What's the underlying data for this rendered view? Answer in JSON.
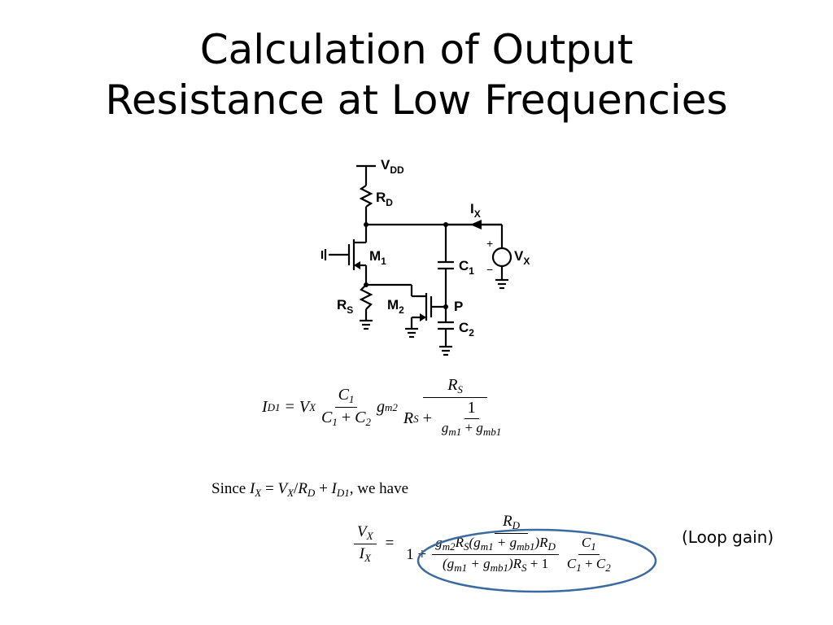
{
  "slide": {
    "title_line1": "Calculation of Output",
    "title_line2": "Resistance at Low Frequencies",
    "loop_note": "(Loop gain)",
    "ellipse_color": "#3b6aa0"
  },
  "circuit": {
    "vdd": "V",
    "vdd_sub": "DD",
    "rd": "R",
    "rd_sub": "D",
    "ix": "I",
    "ix_sub": "X",
    "vx": "V",
    "vx_sub": "X",
    "plus": "+",
    "minus": "−",
    "m1": "M",
    "m1_sub": "1",
    "c1": "C",
    "c1_sub": "1",
    "rs": "R",
    "rs_sub": "S",
    "m2": "M",
    "m2_sub": "2",
    "p": "P",
    "c2": "C",
    "c2_sub": "2"
  },
  "equations": {
    "id1": {
      "lhs": "I",
      "lhs_sub": "D1",
      "eq": "=",
      "vx": "V",
      "vx_sub": "X",
      "c1_num": "C",
      "c1_num_sub": "1",
      "c_den": "C",
      "c_den_sub1": "1",
      "plus": "+",
      "c_den2": "C",
      "c_den_sub2": "2",
      "gm2": "g",
      "gm2_sub": "m2",
      "rs_num": "R",
      "rs_num_sub": "S",
      "rs_den": "R",
      "rs_den_sub": "S",
      "plus2": "+",
      "one": "1",
      "gm1": "g",
      "gm1_sub": "m1",
      "plus3": "+",
      "gmb1": "g",
      "gmb1_sub": "mb1"
    },
    "since": {
      "word": "Since",
      "ix": "I",
      "ix_sub": "X",
      "eq": "=",
      "vx": "V",
      "vx_sub": "X",
      "slash": "/",
      "rd": "R",
      "rd_sub": "D",
      "plus": "+",
      "id": "I",
      "id_sub": "D1",
      "tail": ", we have"
    },
    "vxix": {
      "vx": "V",
      "vx_sub": "X",
      "ix": "I",
      "ix_sub": "X",
      "eq": "=",
      "rd": "R",
      "rd_sub": "D",
      "one_plus": "1 +",
      "num": "g",
      "num_sub": "m2",
      "num_rest": "R",
      "num_rest_sub": "S",
      "num_paren": "(g",
      "num_paren_sub1": "m1",
      "num_plus": " + g",
      "num_paren_sub2": "mb1",
      "num_close": ")R",
      "num_close_sub": "D",
      "den_open": "(g",
      "den_sub1": "m1",
      "den_plus": " + g",
      "den_sub2": "mb1",
      "den_close": ")R",
      "den_close_sub": "S",
      "den_tail": " + 1",
      "c1": "C",
      "c1_sub": "1",
      "c_a": "C",
      "c_a_sub": "1",
      "c_plus": " + ",
      "c_b": "C",
      "c_b_sub": "2"
    }
  }
}
